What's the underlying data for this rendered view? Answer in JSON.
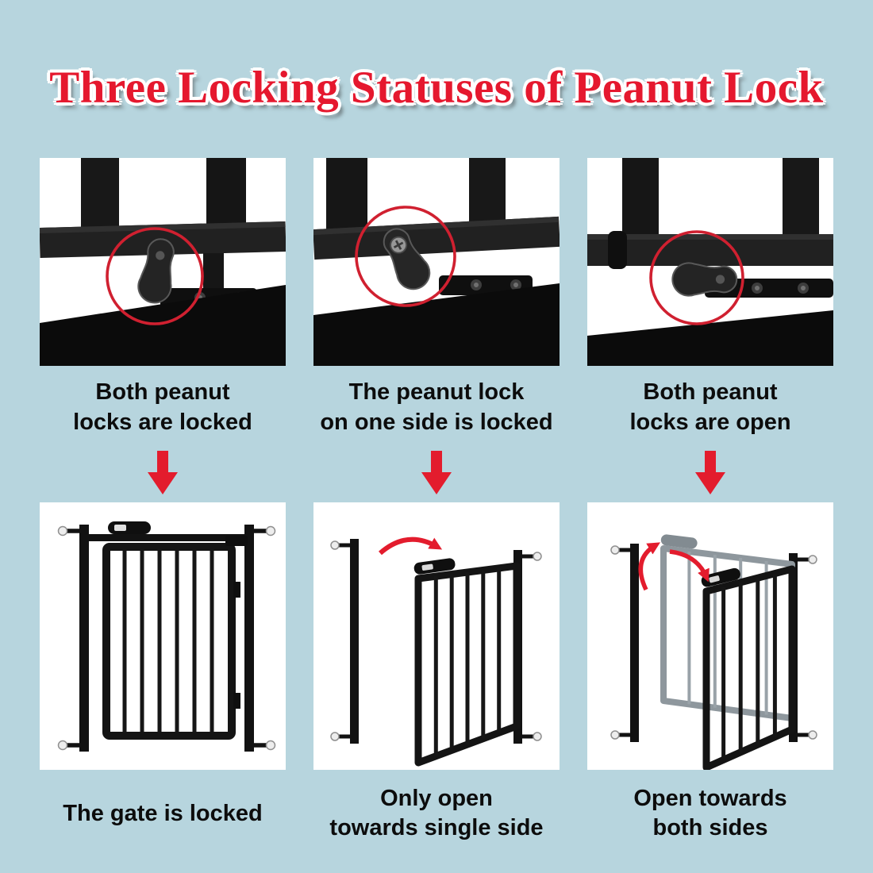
{
  "page": {
    "title": "Three Locking Statuses of Peanut Lock",
    "background_color": "#b7d5de",
    "accent_red": "#e31c2d",
    "title_color": "#e5182e",
    "product_color": "#141414"
  },
  "top_row": [
    {
      "photo": "peanut-lock-both-locked",
      "caption": [
        "Both peanut",
        "locks are locked"
      ]
    },
    {
      "photo": "peanut-lock-one-side-locked",
      "caption": [
        "The peanut lock",
        "on one side is locked"
      ]
    },
    {
      "photo": "peanut-lock-both-open",
      "caption": [
        "Both peanut",
        "locks are open"
      ]
    }
  ],
  "bottom_row": [
    {
      "photo": "gate-locked",
      "caption": [
        "The gate is locked"
      ]
    },
    {
      "photo": "gate-open-single-side",
      "caption": [
        "Only open",
        "towards single side"
      ]
    },
    {
      "photo": "gate-open-both-sides",
      "caption": [
        "Open towards",
        "both sides"
      ]
    }
  ],
  "icons": {
    "down_arrow": "red-down-arrow",
    "highlight_circle": "red-circle-outline",
    "swing_arrow": "red-curved-arrow"
  }
}
